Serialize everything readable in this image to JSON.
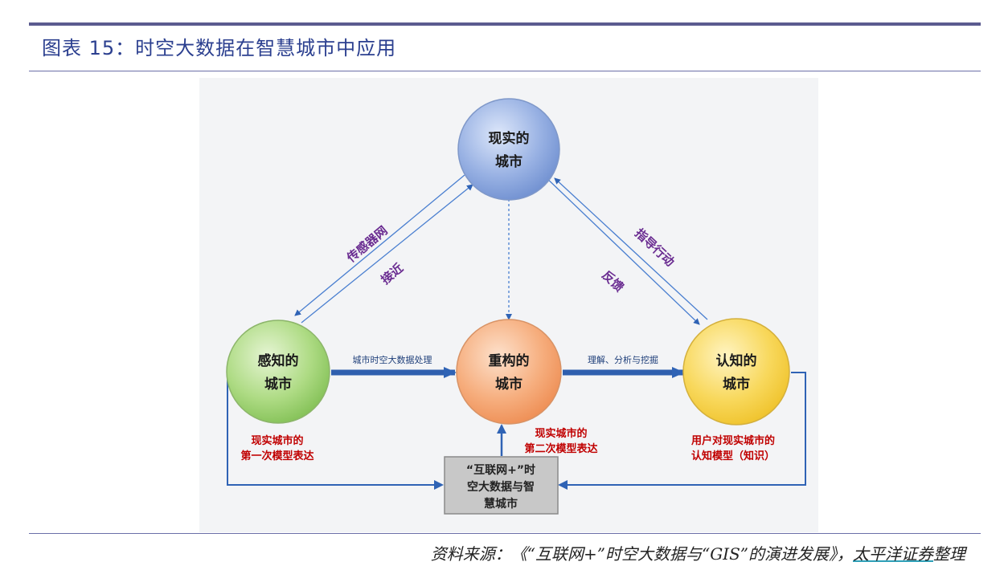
{
  "header": {
    "title": "图表 15：时空大数据在智慧城市中应用"
  },
  "diagram": {
    "nodes": {
      "real_city": {
        "line1": "现实的",
        "line2": "城市"
      },
      "perceived_city": {
        "line1": "感知的",
        "line2": "城市"
      },
      "reconstructed_city": {
        "line1": "重构的",
        "line2": "城市"
      },
      "cognitive_city": {
        "line1": "认知的",
        "line2": "城市"
      },
      "center_box": {
        "line1": "“互联网+”时",
        "line2": "空大数据与智",
        "line3": "慧城市"
      }
    },
    "edge_labels": {
      "sensor_network": "传感器网",
      "approach": "接近",
      "guide_action": "指导行动",
      "feedback": "反馈",
      "city_processing": "城市时空大数据处理",
      "understanding": "理解、分析与挖掘"
    },
    "captions": {
      "perceived_1": "现实城市的",
      "perceived_2": "第一次模型表达",
      "reconstructed_1": "现实城市的",
      "reconstructed_2": "第二次模型表达",
      "cognitive_1": "用户对现实城市的",
      "cognitive_2": "认知模型（知识）"
    },
    "colors": {
      "real_city": "#8aa5dc",
      "perceived_city": "#a6d57a",
      "reconstructed_city": "#f4a671",
      "cognitive_city": "#f6d24a",
      "arrow": "#2f63b5",
      "label_purple": "#6a2c91",
      "caption_red": "#c00000"
    }
  },
  "footer": {
    "source_prefix": "资料来源：《“互联网+”时空大数据与“GIS”的演进发展》，",
    "source_org": "太平洋证券",
    "source_suffix": "整理"
  }
}
